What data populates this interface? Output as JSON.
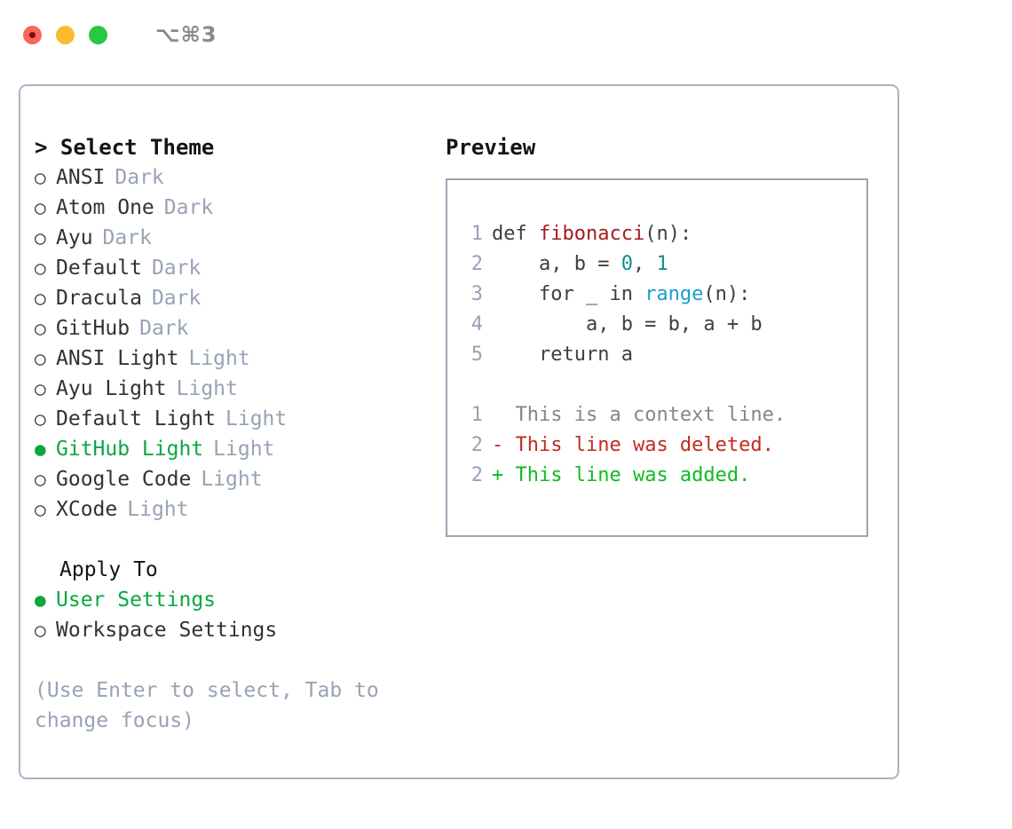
{
  "titlebar": {
    "shortcut": "⌥⌘3",
    "buttons": [
      {
        "name": "close",
        "color": "#f9655f"
      },
      {
        "name": "minimize",
        "color": "#fcbb2e"
      },
      {
        "name": "maximize",
        "color": "#28c840"
      }
    ]
  },
  "theme_panel": {
    "heading": "> Select Theme",
    "marker_unselected": "○",
    "marker_selected": "●",
    "items": [
      {
        "name": "ANSI",
        "tag": "Dark",
        "selected": false
      },
      {
        "name": "Atom One",
        "tag": "Dark",
        "selected": false
      },
      {
        "name": "Ayu",
        "tag": "Dark",
        "selected": false
      },
      {
        "name": "Default",
        "tag": "Dark",
        "selected": false
      },
      {
        "name": "Dracula",
        "tag": "Dark",
        "selected": false
      },
      {
        "name": "GitHub",
        "tag": "Dark",
        "selected": false
      },
      {
        "name": "ANSI Light",
        "tag": "Light",
        "selected": false
      },
      {
        "name": "Ayu Light",
        "tag": "Light",
        "selected": false
      },
      {
        "name": "Default Light",
        "tag": "Light",
        "selected": false
      },
      {
        "name": "GitHub Light",
        "tag": "Light",
        "selected": true
      },
      {
        "name": "Google Code",
        "tag": "Light",
        "selected": false
      },
      {
        "name": "XCode",
        "tag": "Light",
        "selected": false
      }
    ]
  },
  "apply_to": {
    "heading": "Apply To",
    "options": [
      {
        "label": "User Settings",
        "selected": true
      },
      {
        "label": "Workspace Settings",
        "selected": false
      }
    ]
  },
  "hint": "(Use Enter to select, Tab to change focus)",
  "preview": {
    "heading": "Preview",
    "code_lines": [
      {
        "no": "1",
        "tokens": [
          {
            "t": "def ",
            "c": "plain"
          },
          {
            "t": "fibonacci",
            "c": "fn"
          },
          {
            "t": "(n):",
            "c": "plain"
          }
        ]
      },
      {
        "no": "2",
        "tokens": [
          {
            "t": "    a, b = ",
            "c": "plain"
          },
          {
            "t": "0",
            "c": "num"
          },
          {
            "t": ", ",
            "c": "plain"
          },
          {
            "t": "1",
            "c": "num"
          }
        ]
      },
      {
        "no": "3",
        "tokens": [
          {
            "t": "    for _ in ",
            "c": "plain"
          },
          {
            "t": "range",
            "c": "call"
          },
          {
            "t": "(n):",
            "c": "plain"
          }
        ]
      },
      {
        "no": "4",
        "tokens": [
          {
            "t": "        a, b = b, a + b",
            "c": "plain"
          }
        ]
      },
      {
        "no": "5",
        "tokens": [
          {
            "t": "    return a",
            "c": "plain"
          }
        ]
      }
    ],
    "diff_lines": [
      {
        "no": "1",
        "sign": "  ",
        "text": "This is a context line.",
        "kind": "context"
      },
      {
        "no": "2",
        "sign": "- ",
        "text": "This line was deleted.",
        "kind": "del"
      },
      {
        "no": "2",
        "sign": "+ ",
        "text": "This line was added.",
        "kind": "add"
      }
    ]
  },
  "colors": {
    "accent_green": "#09a83f",
    "muted_blue_gray": "#97a3b4",
    "diff_add": "#10bb22",
    "diff_del": "#c22b20",
    "token_function": "#a51c1c",
    "token_number": "#0a8f8f",
    "token_call": "#1b9dd0",
    "border": "#a9b3c2"
  }
}
